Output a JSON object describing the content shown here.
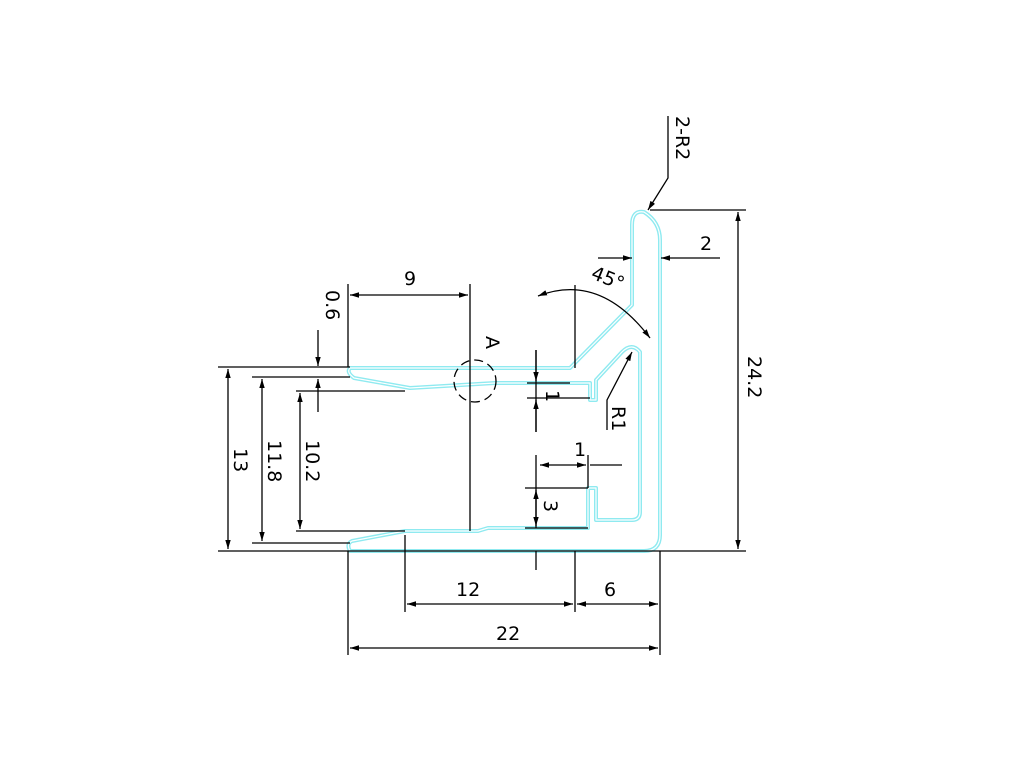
{
  "diagram": {
    "colors": {
      "profile": "#8feaf0",
      "lines": "#000000",
      "background": "#ffffff"
    },
    "labels": {
      "radius_outer": "2-R2",
      "top_offset": "2",
      "angle": "45°",
      "width_top": "9",
      "thickness": "0.6",
      "detail": "A",
      "height_total": "24.2",
      "step_small": "1",
      "radius_inner": "R1",
      "wall": "1",
      "slot_depth": "3",
      "height_13": "13",
      "height_11_8": "11.8",
      "height_10_2": "10.2",
      "bottom_12": "12",
      "bottom_6": "6",
      "bottom_22": "22"
    }
  }
}
